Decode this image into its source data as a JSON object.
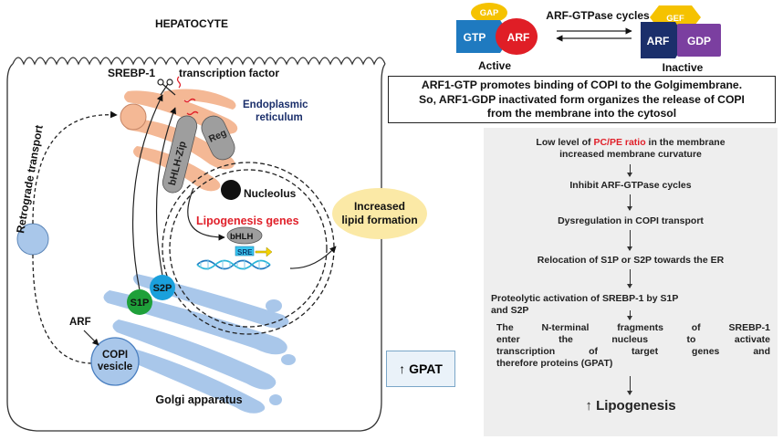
{
  "left_panel": {
    "cell_label": "HEPATOCYTE",
    "srebp_label": "SREBP-1",
    "transcription_label": "transcription factor",
    "er_label_1": "Endoplasmic",
    "er_label_2": "reticulum",
    "reg_label": "Reg",
    "bhlh_zip_label": "bHLH-Zip",
    "nucleolus_label": "Nucleolus",
    "lipogenesis_genes_label": "Lipogenesis genes",
    "bhlh_label": "bHLH",
    "sre_label": "SRE",
    "increased_lipid_1": "Increased",
    "increased_lipid_2": "lipid formation",
    "retrograde_label": "Retrograde transport",
    "s1p_label": "S1P",
    "s2p_label": "S2P",
    "arf_label": "ARF",
    "copi_label_1": "COPI",
    "copi_label_2": "vesicle",
    "golgi_label": "Golgi apparatus",
    "gpat_arrow": "↑",
    "gpat_label": "GPAT"
  },
  "cycle": {
    "title": "ARF-GTPase cycles",
    "active": {
      "gap": "GAP",
      "gtp": "GTP",
      "arf": "ARF",
      "label": "Active"
    },
    "inactive": {
      "gef": "GEF",
      "arf": "ARF",
      "gdp": "GDP",
      "label": "Inactive"
    }
  },
  "info_box": {
    "line1": "ARF1-GTP promotes binding of COPI to the Golgimembrane.",
    "line2": "So, ARF1-GDP inactivated  form organizes the release of COPI",
    "line3": "from the membrane into the cytosol"
  },
  "pathway": {
    "step1_a": "Low level of ",
    "step1_hl": "PC/PE ratio",
    "step1_b": " in the membrane",
    "step1_c": "increased membrane curvature",
    "step2": "Inhibit ARF-GTPase cycles",
    "step3": "Dysregulation in COPI transport",
    "step4": "Relocation of S1P or S2P towards the ER",
    "step5_a": "Proteolytic activation of SREBP-1 by S1P",
    "step5_b": "and S2P",
    "step6_a": "The N-terminal fragments of SREBP-1",
    "step6_b": "enter the nucleus to activate",
    "step6_c": "transcription of target genes and",
    "step6_d": "therefore proteins (GPAT)",
    "final_arrow": "↑",
    "final": "Lipogenesis"
  },
  "colors": {
    "gtp_blue": "#1f7ac0",
    "arf_red": "#e01e26",
    "gap_yellow": "#f5c200",
    "gdp_purple": "#7b3fa0",
    "arf_navy": "#1b2f6b",
    "er_orange": "#f4b895",
    "golgi_blue": "#a9c7ea",
    "s1p_green": "#1fa03a",
    "s2p_cyan": "#1aa0dc",
    "red_text": "#e0202a",
    "navy_text": "#1b2f6b"
  }
}
